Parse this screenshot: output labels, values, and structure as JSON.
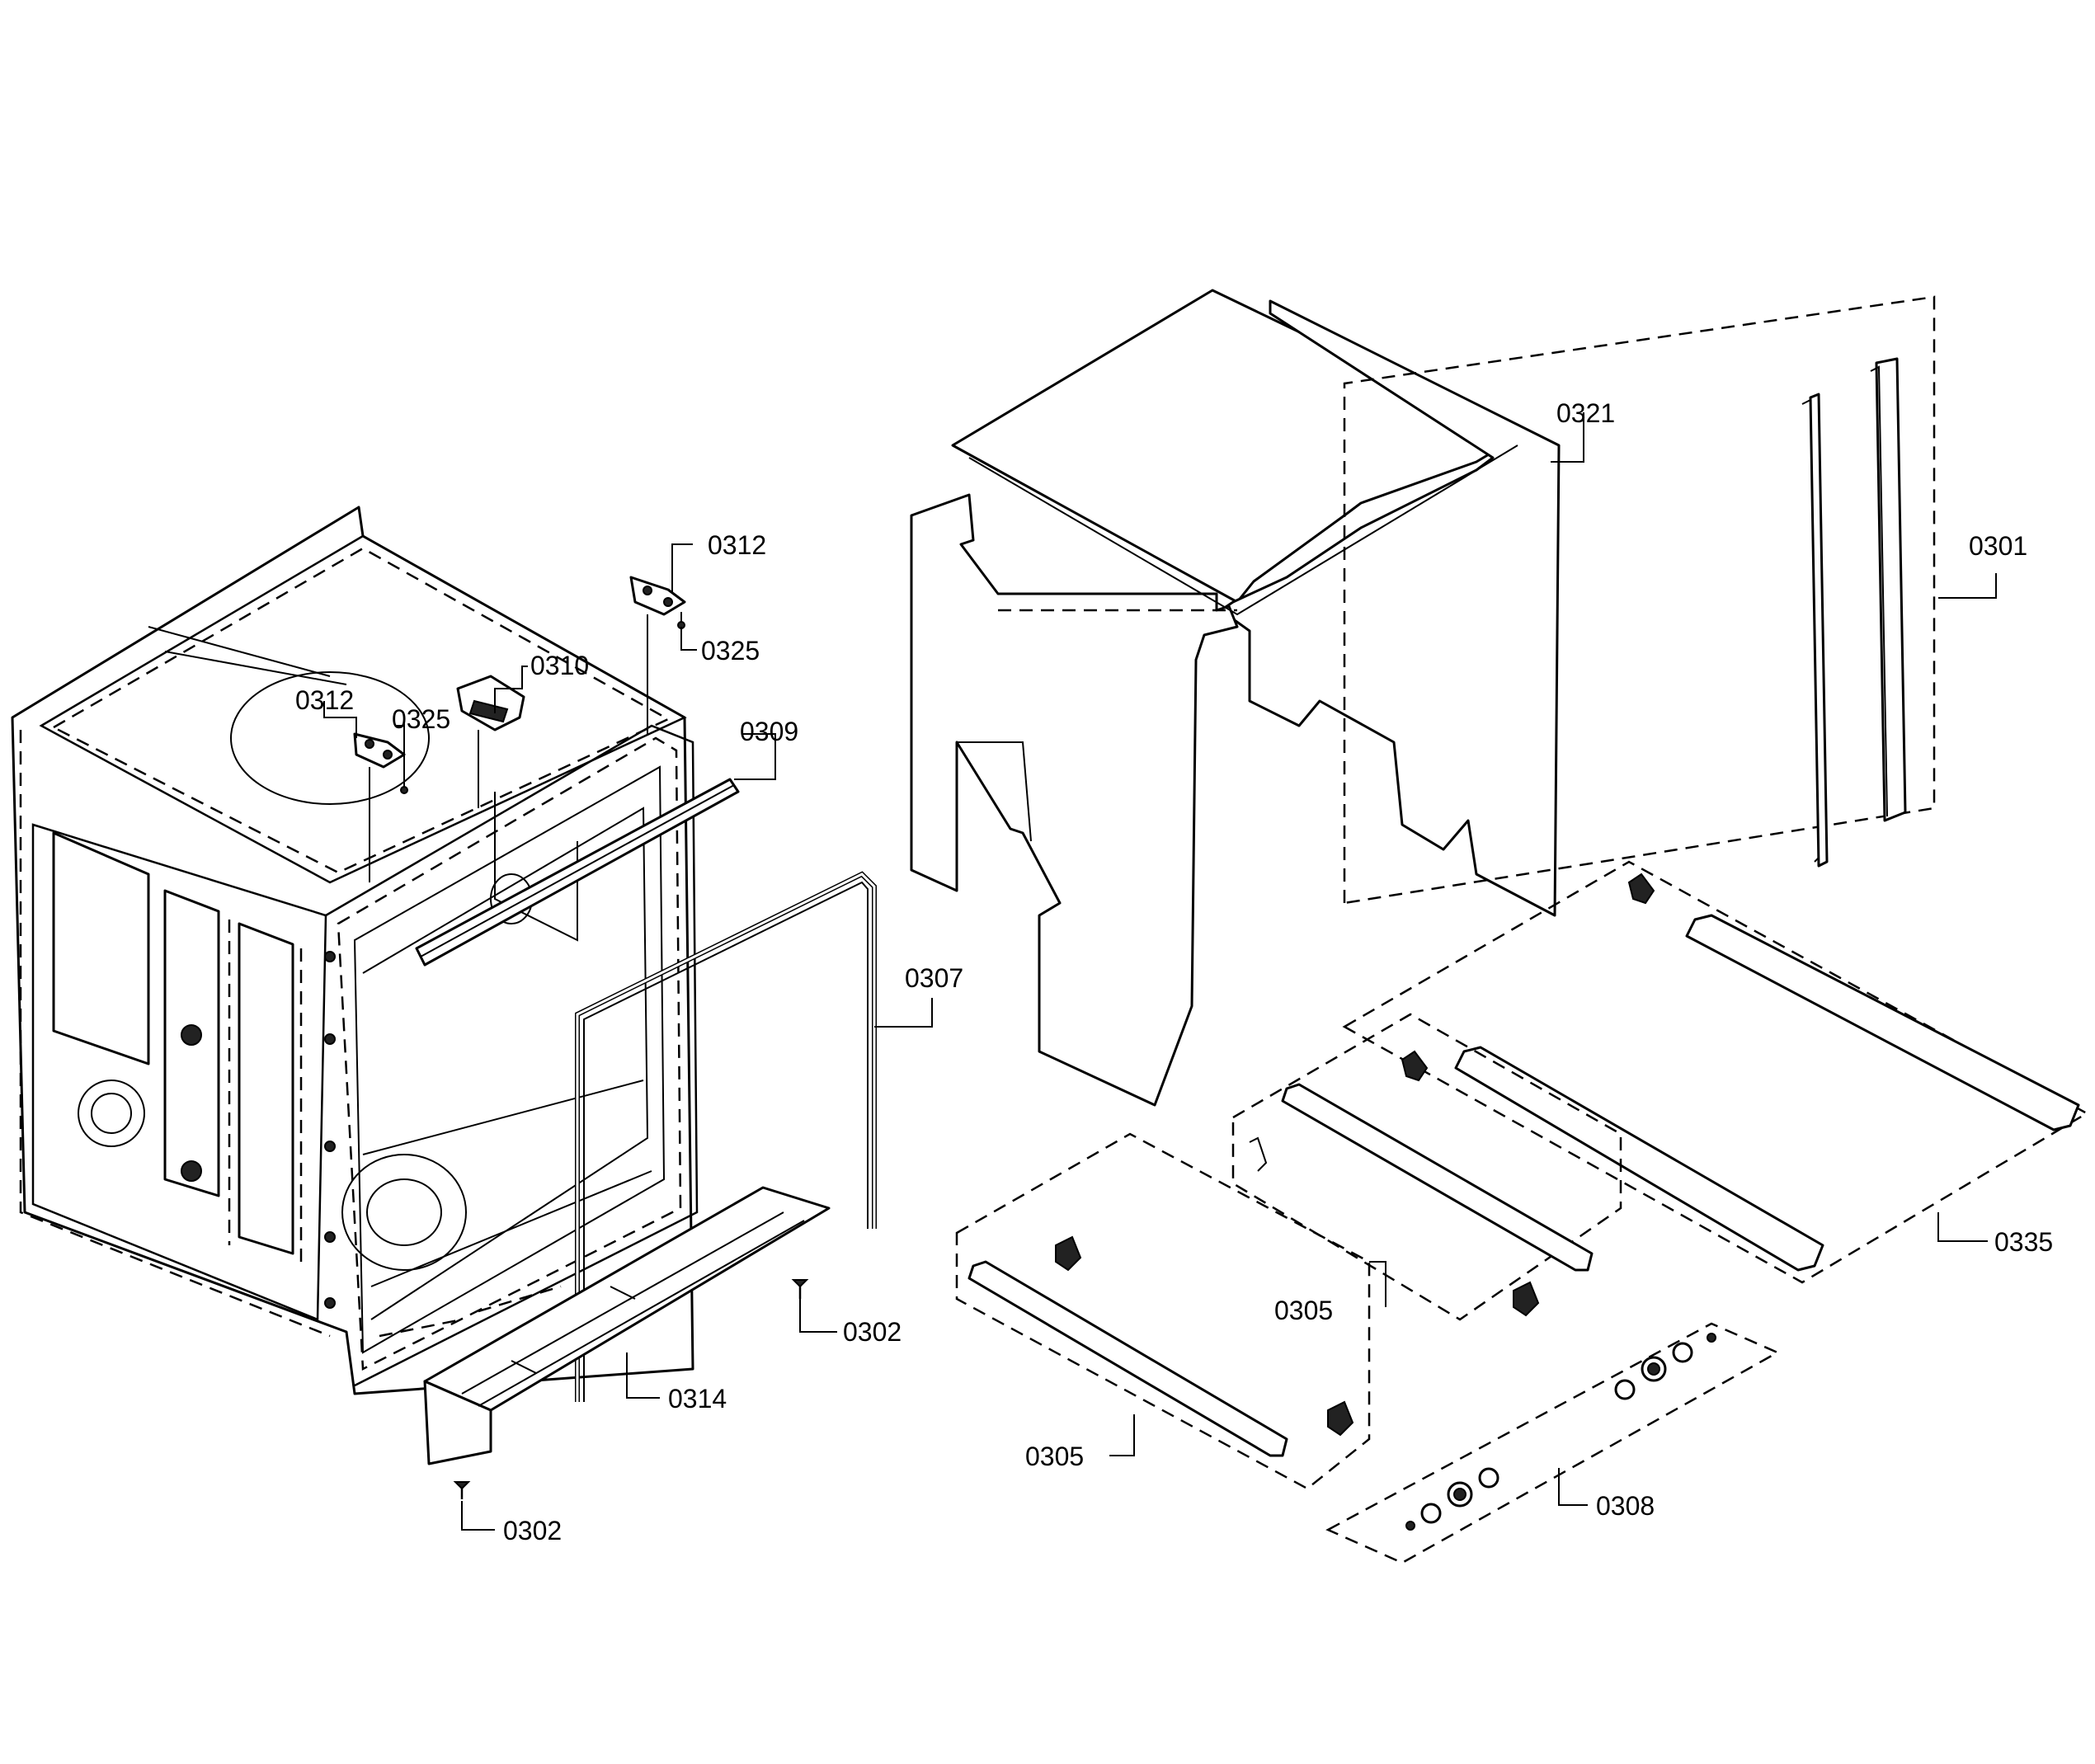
{
  "labels": {
    "p0301": "0301",
    "p0302a": "0302",
    "p0302b": "0302",
    "p0305a": "0305",
    "p0305b": "0305",
    "p0307": "0307",
    "p0308": "0308",
    "p0309": "0309",
    "p0310": "0310",
    "p0312a": "0312",
    "p0312b": "0312",
    "p0314": "0314",
    "p0321": "0321",
    "p0325a": "0325",
    "p0325b": "0325",
    "p0335": "0335"
  }
}
